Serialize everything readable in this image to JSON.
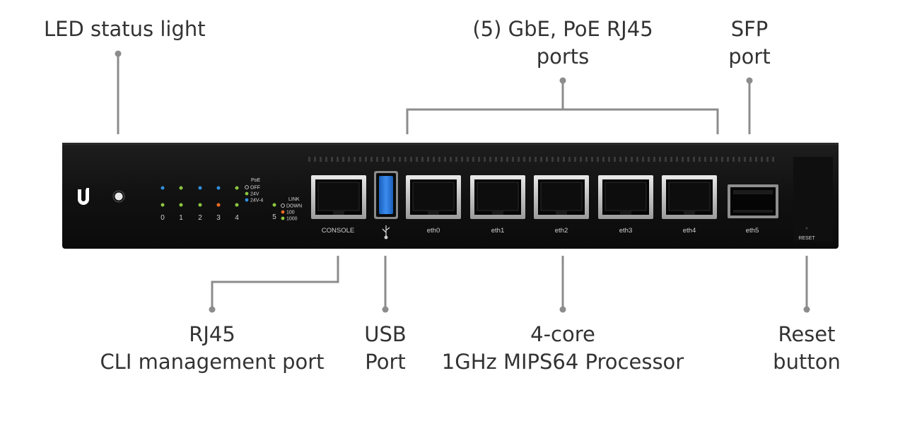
{
  "callouts": {
    "led_status": {
      "lines": [
        "LED status light"
      ]
    },
    "gbe_ports": {
      "lines": [
        "(5) GbE, PoE RJ45",
        "ports"
      ]
    },
    "sfp_port": {
      "lines": [
        "SFP",
        "port"
      ]
    },
    "rj45_cli": {
      "lines": [
        "RJ45",
        "CLI management port"
      ]
    },
    "usb_port": {
      "lines": [
        "USB",
        "Port"
      ]
    },
    "processor": {
      "lines": [
        "4-core",
        "1GHz MIPS64 Processor"
      ]
    },
    "reset": {
      "lines": [
        "Reset",
        "button"
      ]
    }
  },
  "device": {
    "logo_icon": "ubiquiti-u-logo",
    "led_numbers": [
      "0",
      "1",
      "2",
      "3",
      "4"
    ],
    "led5_number": "5",
    "poe_legend": {
      "title": "PoE",
      "items": [
        "OFF",
        "24V",
        "24V-4"
      ]
    },
    "link_legend": {
      "title": "LINK",
      "items": [
        "DOWN",
        "100",
        "1000"
      ]
    },
    "console_label": "CONSOLE",
    "usb_icon": "usb-trident-icon",
    "eth_ports": [
      "eth0",
      "eth1",
      "eth2",
      "eth3",
      "eth4"
    ],
    "sfp_label": "eth5",
    "reset_label": "RESET"
  },
  "colors": {
    "chassis": "#131313",
    "leader_line": "#8c8c8c",
    "text": "#333333",
    "led_blue": "#2f8fe0",
    "led_green": "#8cc63f",
    "led_orange": "#f26b21",
    "usb_blue": "#1f6fd1"
  }
}
